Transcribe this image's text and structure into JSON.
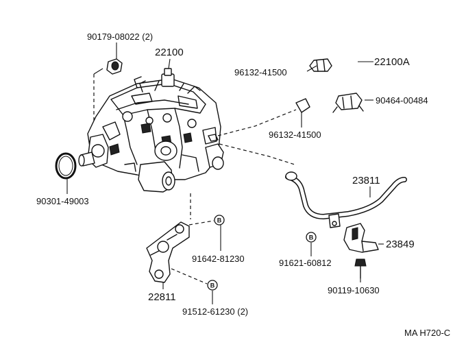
{
  "parts": {
    "p_90179": "90179-08022 (2)",
    "p_22100": "22100",
    "p_96132_top": "96132-41500",
    "p_22100A": "22100A",
    "p_90464": "90464-00484",
    "p_96132_bottom": "96132-41500",
    "p_90301": "90301-49003",
    "p_23811": "23811",
    "p_91642": "91642-81230",
    "p_91621": "91621-60812",
    "p_23849": "23849",
    "p_22811": "22811",
    "p_90119": "90119-10630",
    "p_91512": "91512-61230 (2)"
  },
  "bolt_mark_letter": "B",
  "figure_code": "MA H720-C"
}
